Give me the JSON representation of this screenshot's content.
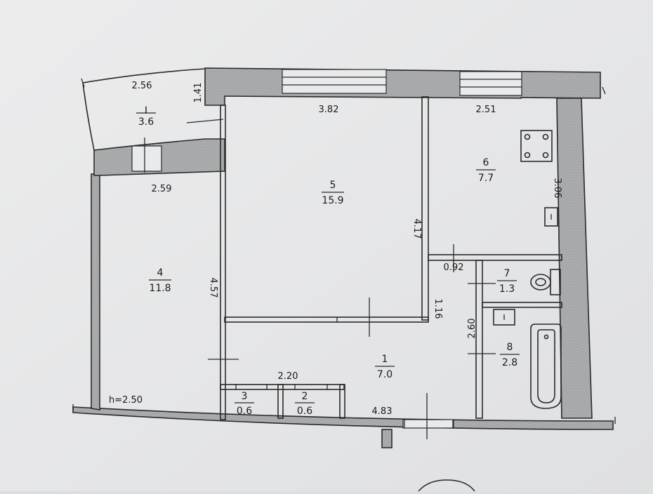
{
  "colors": {
    "paper": "#e7e8e9",
    "ink": "#1b1b1b",
    "wall": "#a9abad"
  },
  "ceiling_height": "h=2.50",
  "rooms": [
    {
      "id": "r1",
      "number": "1",
      "area": "7.0"
    },
    {
      "id": "r2",
      "number": "2",
      "area": "0.6"
    },
    {
      "id": "r3",
      "number": "3",
      "area": "0.6"
    },
    {
      "id": "r4",
      "number": "4",
      "area": "11.8"
    },
    {
      "id": "r5",
      "number": "5",
      "area": "15.9"
    },
    {
      "id": "r6",
      "number": "6",
      "area": "7.7"
    },
    {
      "id": "r7",
      "number": "7",
      "area": "1.3"
    },
    {
      "id": "r8",
      "number": "8",
      "area": "2.8"
    },
    {
      "id": "balcony",
      "number": "I",
      "area": "3.6"
    }
  ],
  "dimensions": [
    "2.56",
    "1.41",
    "3.82",
    "2.51",
    "2.59",
    "3.06",
    "4.17",
    "4.57",
    "0.92",
    "1.16",
    "2.60",
    "2.20",
    "4.83"
  ],
  "fixtures": [
    "stove-icon",
    "toilet-icon",
    "bathtub-icon",
    "sink-icon"
  ]
}
